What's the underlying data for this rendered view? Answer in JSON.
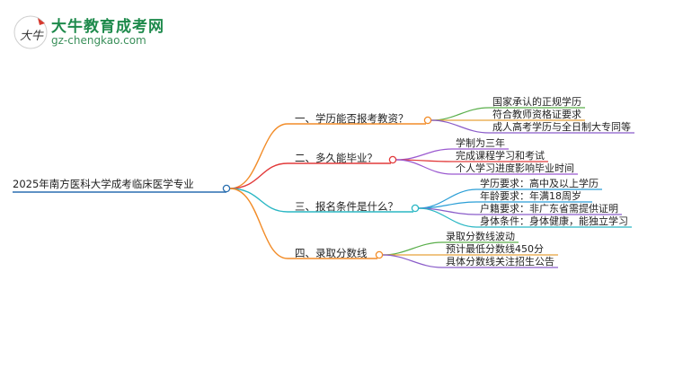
{
  "logo": {
    "title": "大牛教育成考网",
    "url": "gz-chengkao.com",
    "mark_text": "大牛"
  },
  "mindmap": {
    "root": "2025年南方医科大学成考临床医学专业",
    "branches": [
      {
        "label": "一、学历能否报考教资？",
        "color": "#f28c28",
        "children": [
          "国家承认的正规学历",
          "符合教师资格证要求",
          "成人高考学历与全日制大专同等"
        ],
        "child_colors": [
          "#5aaf4b",
          "#e8a23a",
          "#8a5cc9"
        ]
      },
      {
        "label": "二、多久能毕业？",
        "color": "#e23a3a",
        "children": [
          "学制为三年",
          "完成课程学习和考试",
          "个人学习进度影响毕业时间"
        ],
        "child_colors": [
          "#9b59d0",
          "#e23a3a",
          "#9b59d0"
        ]
      },
      {
        "label": "三、报名条件是什么？",
        "color": "#2ab7c4",
        "children": [
          "学历要求：高中及以上学历",
          "年龄要求：年满18周岁",
          "户籍要求：非广东省需提供证明",
          "身体条件：身体健康，能独立学习"
        ],
        "child_colors": [
          "#2a9ed6",
          "#2a9ed6",
          "#8a5cc9",
          "#2ab7c4"
        ]
      },
      {
        "label": "四、录取分数线",
        "color": "#f28c28",
        "children": [
          "录取分数线波动",
          "预计最低分数线450分",
          "具体分数线关注招生公告"
        ],
        "child_colors": [
          "#5aaf4b",
          "#e8a23a",
          "#8a5cc9"
        ]
      }
    ]
  }
}
